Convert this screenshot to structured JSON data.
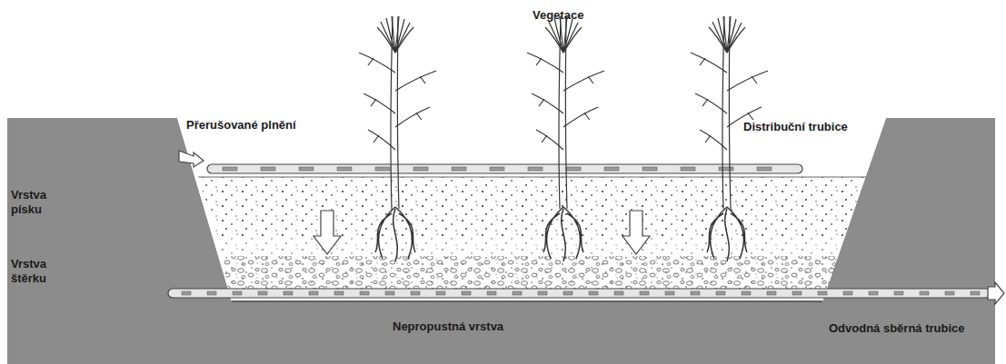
{
  "diagram": {
    "labels": [
      "Vegetace",
      "Přerušované plnění",
      "Distribuční trubice",
      "Vrstva písku",
      "Vrstva štěrku",
      "Nepropustná vrstva",
      "Odvodná sběrná trubice"
    ]
  }
}
